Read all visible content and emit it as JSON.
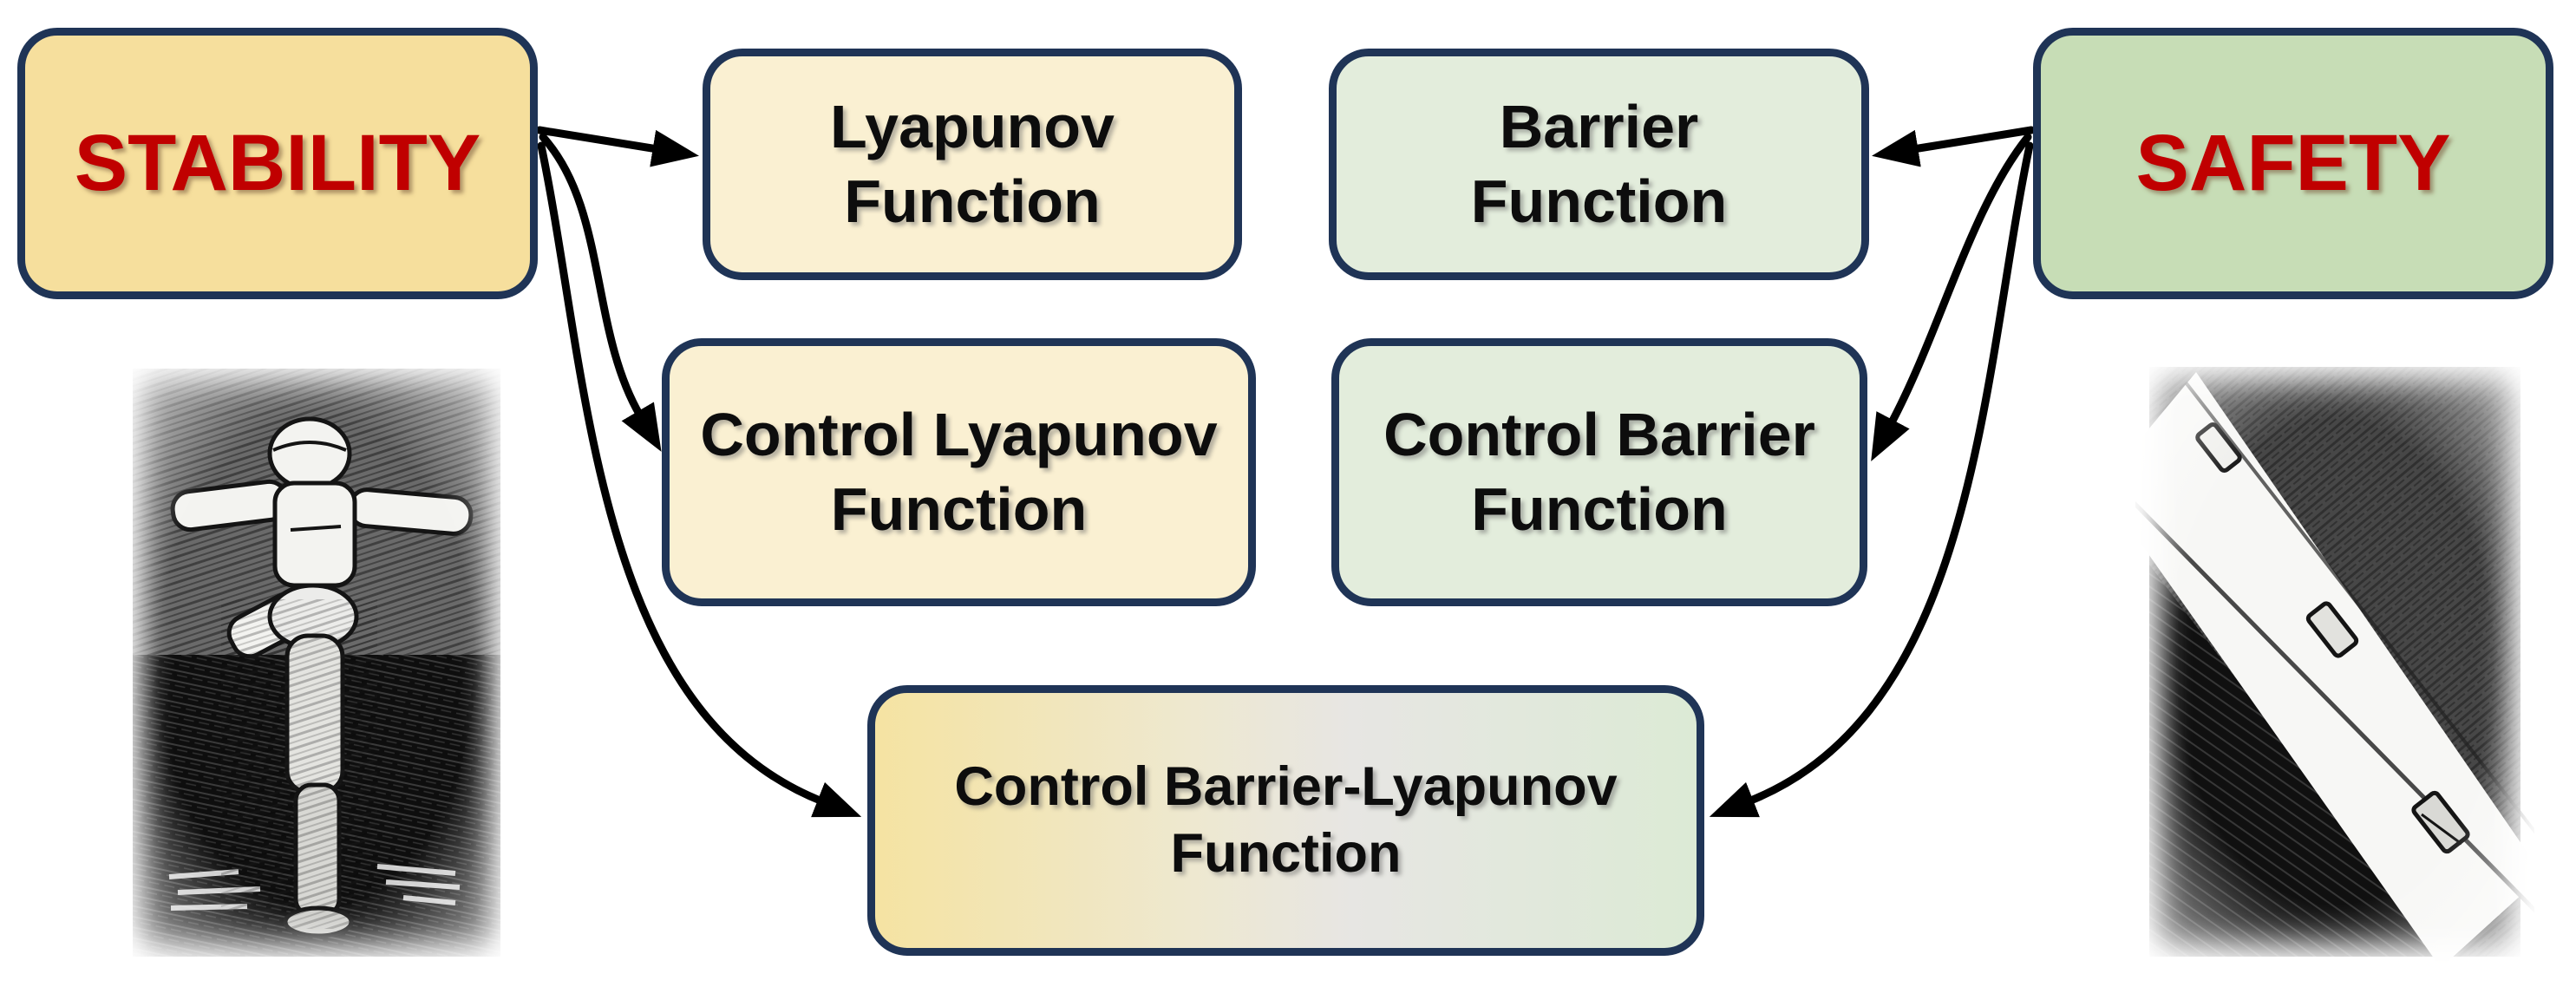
{
  "diagram": {
    "nodes": {
      "stability": {
        "label": "STABILITY"
      },
      "safety": {
        "label": "SAFETY"
      },
      "lyapunov": {
        "line1": "Lyapunov",
        "line2": "Function"
      },
      "barrier": {
        "line1": "Barrier",
        "line2": "Function"
      },
      "control_lyapunov": {
        "line1": "Control Lyapunov",
        "line2": "Function"
      },
      "control_barrier": {
        "line1": "Control Barrier",
        "line2": "Function"
      },
      "control_barrier_lyapunov": {
        "line1": "Control Barrier-Lyapunov",
        "line2": "Function"
      }
    },
    "edges": [
      {
        "from": "STABILITY",
        "to": "Lyapunov Function"
      },
      {
        "from": "STABILITY",
        "to": "Control Lyapunov Function"
      },
      {
        "from": "STABILITY",
        "to": "Control Barrier-Lyapunov Function"
      },
      {
        "from": "SAFETY",
        "to": "Barrier Function"
      },
      {
        "from": "SAFETY",
        "to": "Control Barrier Function"
      },
      {
        "from": "SAFETY",
        "to": "Control Barrier-Lyapunov Function"
      }
    ],
    "illustrations": {
      "left": {
        "alt": "pencil sketch of a humanoid robot balancing on one leg with arms outstretched"
      },
      "right": {
        "alt": "pencil sketch aerial view of vehicles driving along a diagonal road"
      }
    },
    "colors": {
      "border_navy": "#1f3456",
      "title_red": "#c00000",
      "label_black": "#0d0d0d",
      "arrow_black": "#000000",
      "stability_fill": "#f6df9d",
      "lyapunov_fill": "#faf0d2",
      "barrier_fill": "#e3eddc",
      "safety_fill": "#c7ddb6",
      "cblf_gradient_left": "#f5e3a2",
      "cblf_gradient_mid": "#e7e6e3",
      "cblf_gradient_right": "#dcead5"
    }
  }
}
